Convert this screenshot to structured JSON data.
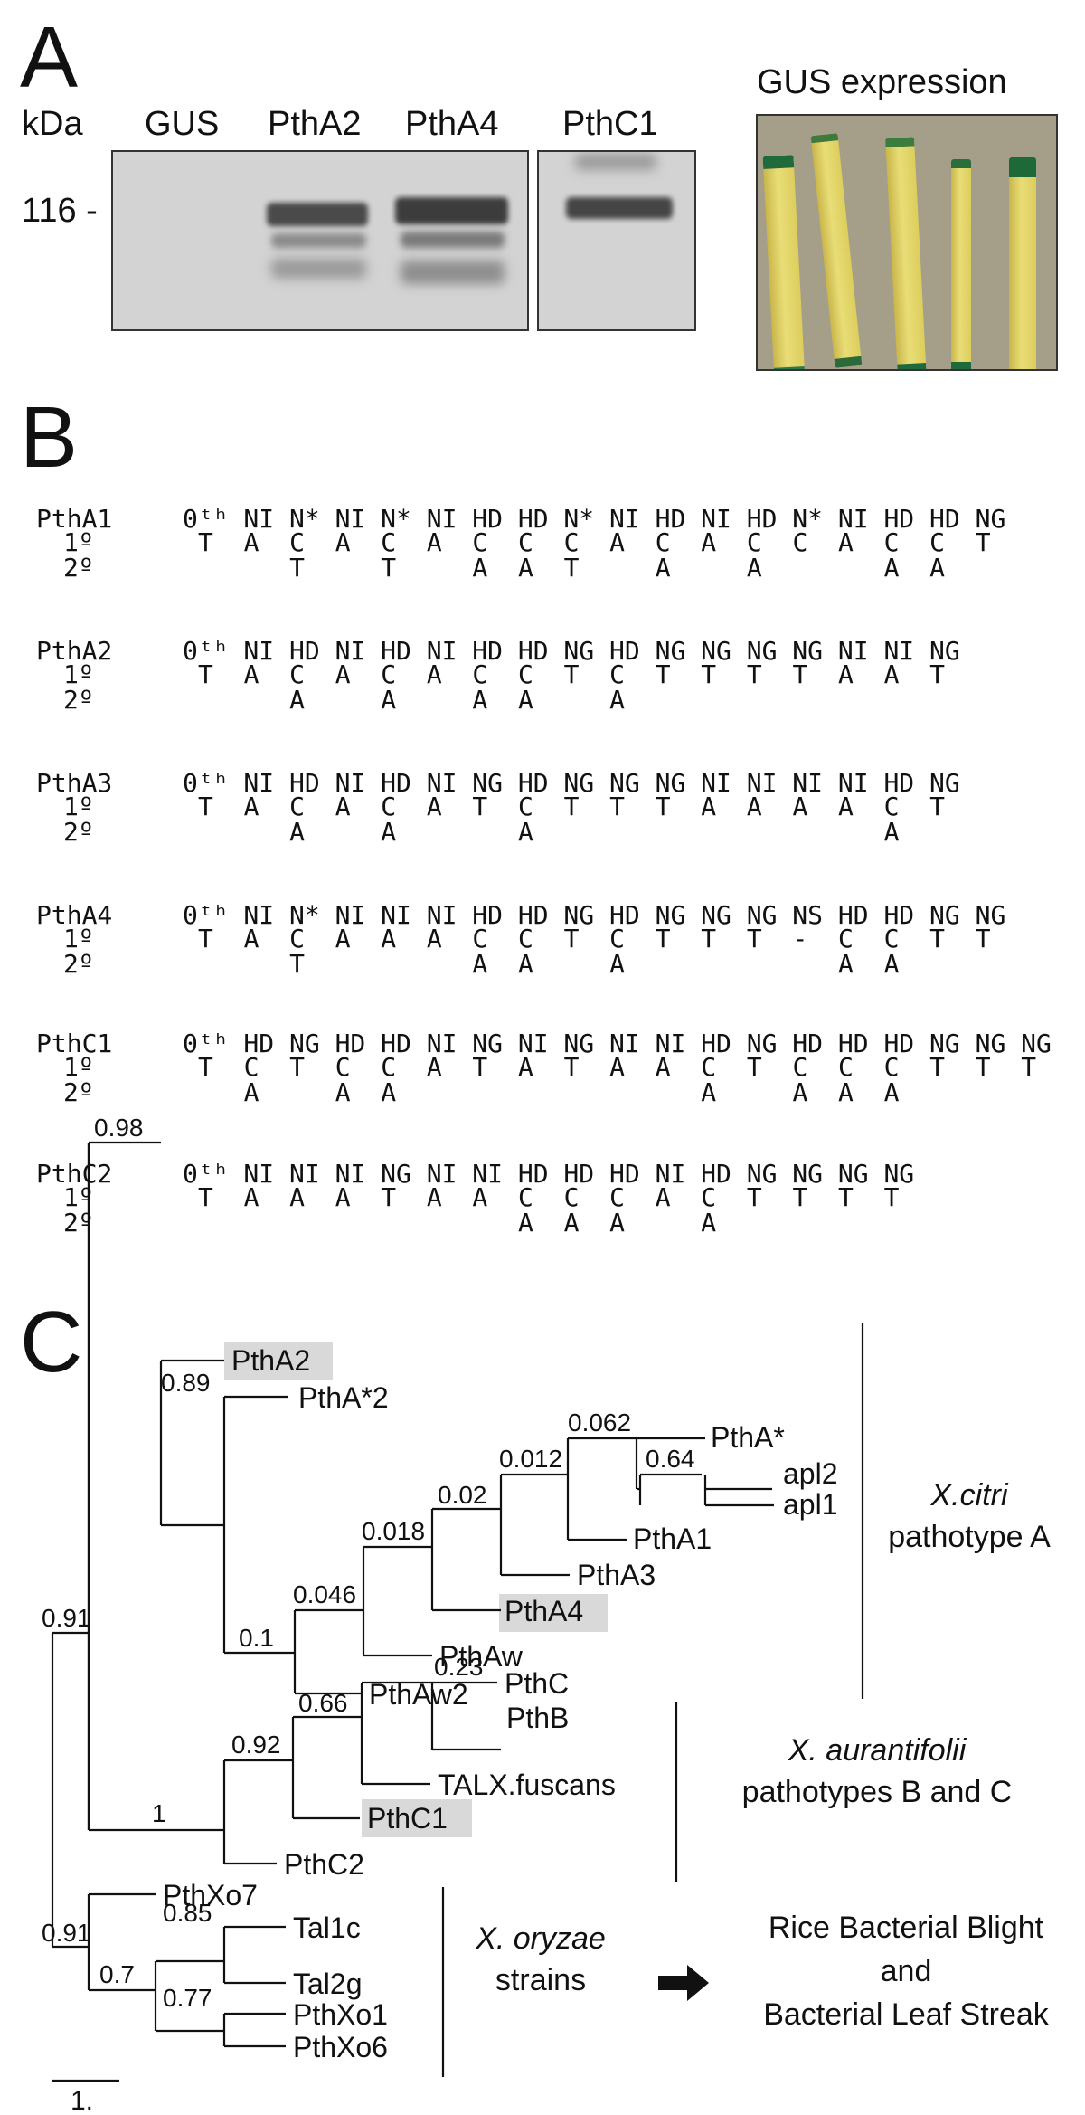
{
  "panel_a": {
    "letter": "A",
    "kda_label": "kDa",
    "marker": "116 -",
    "lanes": [
      "GUS",
      "PthA2",
      "PthA4",
      "PthC1"
    ],
    "gus_title": "GUS expression"
  },
  "panel_b": {
    "letter": "B",
    "row_labels": [
      "1º",
      "2º"
    ],
    "sequences": [
      {
        "name": "PthA1",
        "rvd": "0ᵗʰ NI N* NI N* NI HD HD N* NI HD NI HD N* NI HD HD NG",
        "nt1": "T  A  C  A  C  A  C  C  C  A  C  A  C  C  A  C  C  T",
        "nt2": "      T     T     A  A  T     A     A        A  A"
      },
      {
        "name": "PthA2",
        "rvd": "0ᵗʰ NI HD NI HD NI HD HD NG HD NG NG NG NG NI NI NG",
        "nt1": "T  A  C  A  C  A  C  C  T  C  T  T  T  T  A  A  T",
        "nt2": "      A     A     A  A     A"
      },
      {
        "name": "PthA3",
        "rvd": "0ᵗʰ NI HD NI HD NI NG HD NG NG NG NI NI NI NI HD NG",
        "nt1": "T  A  C  A  C  A  T  C  T  T  T  A  A  A  A  C  T",
        "nt2": "      A     A        A                       A"
      },
      {
        "name": "PthA4",
        "rvd": "0ᵗʰ NI N* NI NI NI HD HD NG HD NG NG NG NS HD HD NG NG",
        "nt1": "T  A  C  A  A  A  C  C  T  C  T  T  T  -  C  C  T  T",
        "nt2": "      T           A  A     A              A  A"
      },
      {
        "name": "PthC1",
        "rvd": "0ᵗʰ HD NG HD HD NI NG NI NG NI NI HD NG HD HD HD NG NG NG",
        "nt1": "T  C  T  C  C  A  T  A  T  A  A  C  T  C  C  C  T  T  T",
        "nt2": "   A     A  A                    A     A  A  A"
      },
      {
        "name": "PthC2",
        "rvd": "0ᵗʰ NI NI NI NG NI NI HD HD HD NI HD NG NG NG NG",
        "nt1": "T  A  A  A  T  A  A  C  C  C  A  C  T  T  T  T",
        "nt2": "                     A  A  A     A"
      }
    ]
  },
  "panel_c": {
    "letter": "C",
    "leaves": {
      "PthA2": "PthA2",
      "PthA_2": "PthA*2",
      "PthA_star": "PthA*",
      "apl2": "apl2",
      "apl1": "apl1",
      "PthA1": "PthA1",
      "PthA3": "PthA3",
      "PthA4": "PthA4",
      "PthAw": "PthAw",
      "PthAw2": "PthAw2",
      "PthC": "PthC",
      "PthB": "PthB",
      "TALX": "TALX.fuscans",
      "PthC1": "PthC1",
      "PthC2": "PthC2",
      "PthXo7": "PthXo7",
      "Tal1c": "Tal1c",
      "Tal2g": "Tal2g",
      "PthXo1": "PthXo1",
      "PthXo6": "PthXo6"
    },
    "support": {
      "n098": "0.98",
      "n089": "0.89",
      "n091a": "0.91",
      "n01": "0.1",
      "n0046": "0.046",
      "n0018": "0.018",
      "n002": "0.02",
      "n0012": "0.012",
      "n0062": "0.062",
      "n064": "0.64",
      "n1": "1",
      "n092": "0.92",
      "n066": "0.66",
      "n023": "0.23",
      "n091b": "0.91",
      "n07": "0.7",
      "n085": "0.85",
      "n077": "0.77"
    },
    "groups": {
      "g1_species": "X.citri",
      "g1_sub": "pathotype A",
      "g2_species": "X. aurantifolii",
      "g2_sub": "pathotypes B and C",
      "g3_species": "X. oryzae",
      "g3_sub": "strains"
    },
    "disease": [
      "Rice Bacterial Blight",
      "and",
      "Bacterial Leaf Streak"
    ],
    "scale_label": "1.",
    "highlight_color": "#d9d9d9"
  }
}
